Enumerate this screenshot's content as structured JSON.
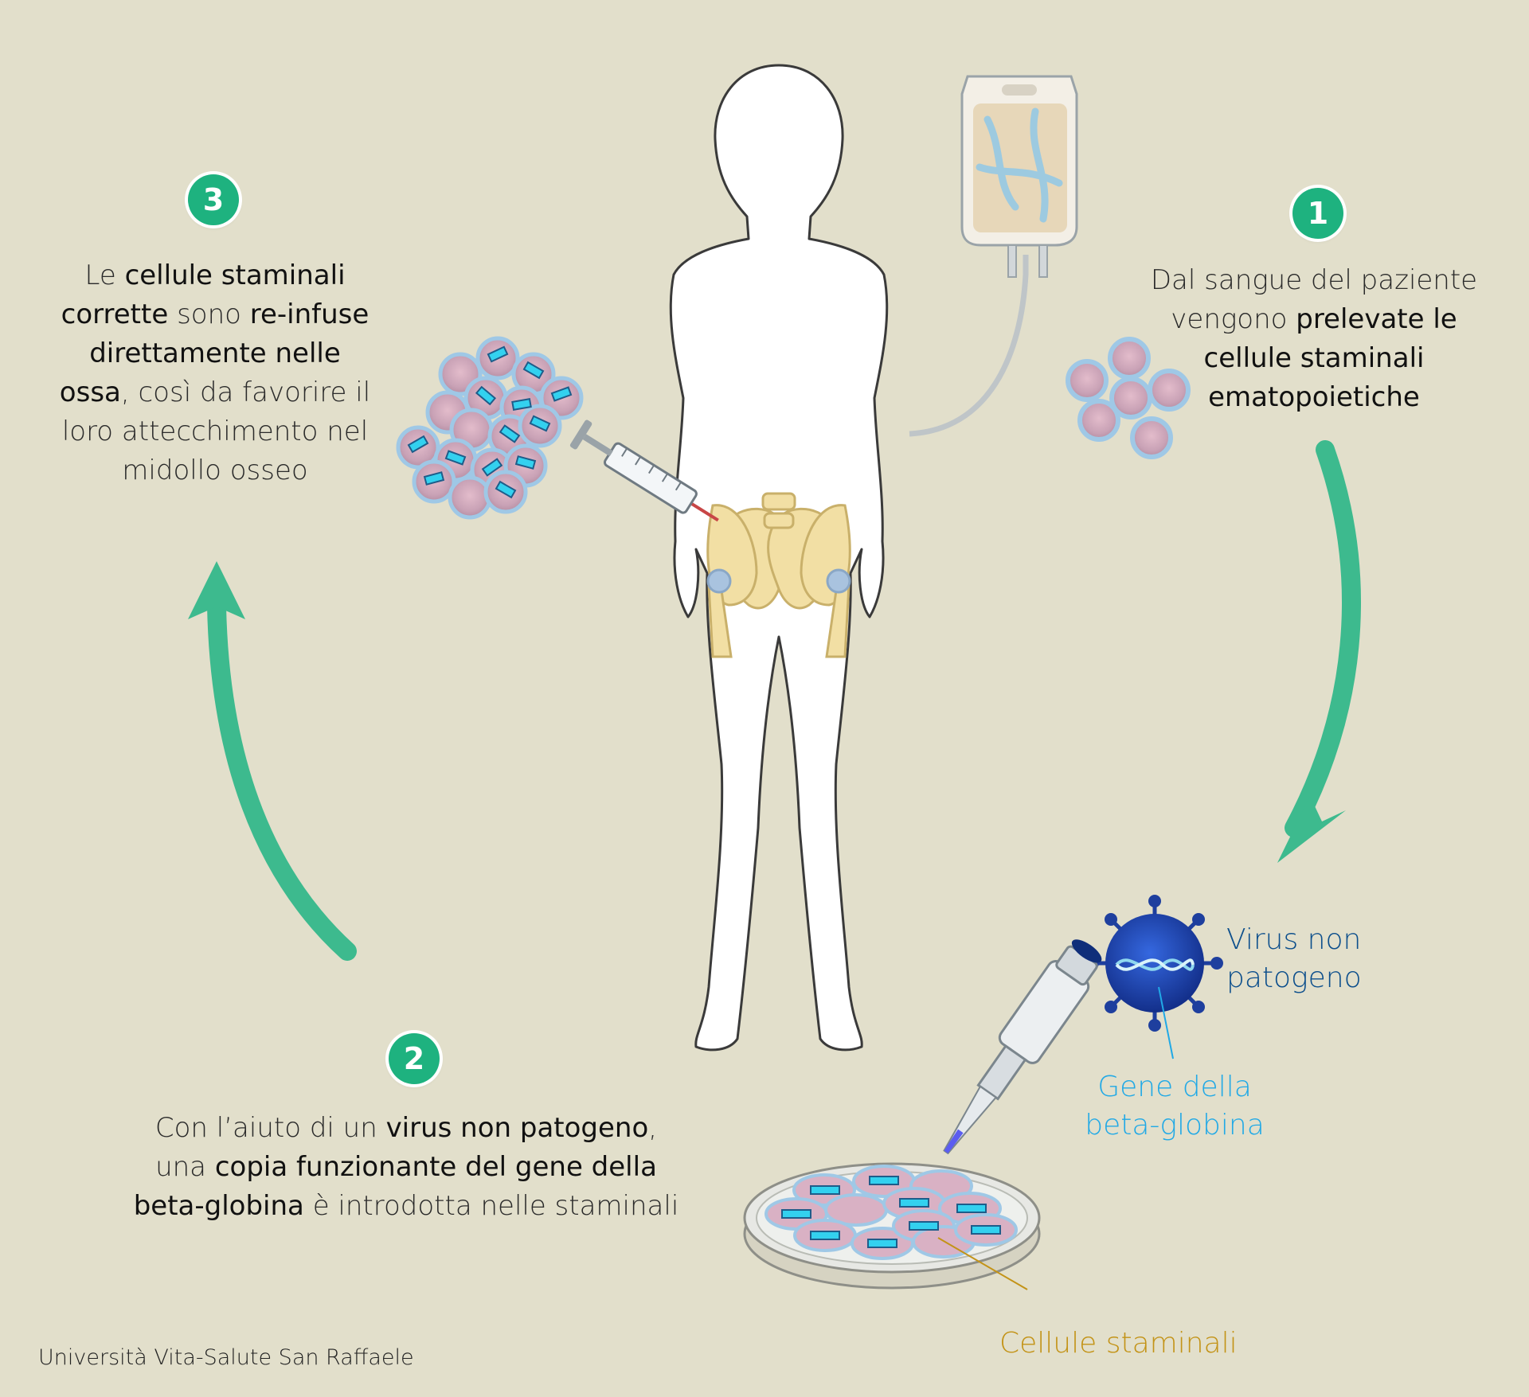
{
  "steps": [
    {
      "number": "1",
      "parts": [
        {
          "text": "Dal sangue del paziente vengono ",
          "bold": false
        },
        {
          "text": "prelevate le cellule staminali ematopoietiche",
          "bold": true
        }
      ]
    },
    {
      "number": "2",
      "parts": [
        {
          "text": "Con l’aiuto di un ",
          "bold": false
        },
        {
          "text": "virus non patogeno",
          "bold": true
        },
        {
          "text": ", una ",
          "bold": false
        },
        {
          "text": "copia funzionante del gene della beta-globina",
          "bold": true
        },
        {
          "text": " è introdotta nelle staminali",
          "bold": false
        }
      ]
    },
    {
      "number": "3",
      "parts": [
        {
          "text": "Le ",
          "bold": false
        },
        {
          "text": "cellule staminali corrette",
          "bold": true
        },
        {
          "text": " sono ",
          "bold": false
        },
        {
          "text": "re-infuse direttamente nelle ossa",
          "bold": true
        },
        {
          "text": ", così da favorire il loro attecchimento nel midollo osseo",
          "bold": false
        }
      ]
    }
  ],
  "labels": {
    "virus": "Virus non patogeno",
    "gene": "Gene della beta-globina",
    "cells": "Cellule staminali"
  },
  "credit": "Università Vita-Salute San Raffaele",
  "colors": {
    "background": "#e2dfcb",
    "accent_green": "#1eb27f",
    "arrow_green": "#3dba8e",
    "virus_label": "#0d4f8c",
    "gene_label": "#21a9e6",
    "cells_label": "#c39317"
  },
  "icons": [
    "child-silhouette-icon",
    "iv-bag-icon",
    "syringe-icon",
    "pelvis-bones-icon",
    "stem-cells-icon",
    "corrected-cells-icon",
    "virus-icon",
    "pipette-icon",
    "petri-dish-icon"
  ]
}
